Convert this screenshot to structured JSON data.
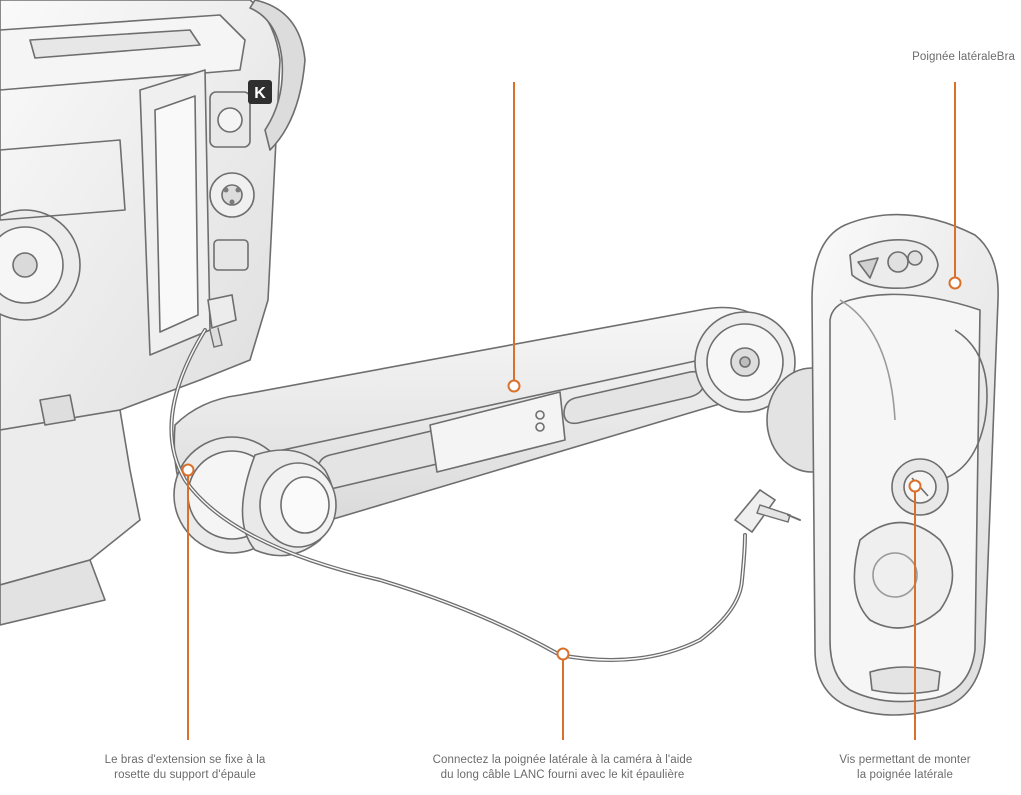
{
  "colors": {
    "callout": "#d9712b",
    "outline": "#6e6e6e",
    "fill": "#f1f1f1",
    "shade": "#d6d6d6",
    "caption": "#6b6b6b"
  },
  "callouts": {
    "top_right": {
      "label": "Poignée latéraleBra"
    },
    "bottom_left": {
      "line1": "Le bras d'extension se fixe à la",
      "line2": "rosette du support d'épaule"
    },
    "bottom_center": {
      "line1": "Connectez la poignée latérale à la caméra à l'aide",
      "line2": "du long câble LANC fourni avec le kit épaulière"
    },
    "bottom_right": {
      "line1": "Vis permettant de monter",
      "line2": "la poignée latérale"
    }
  },
  "camera": {
    "badge": "K"
  }
}
